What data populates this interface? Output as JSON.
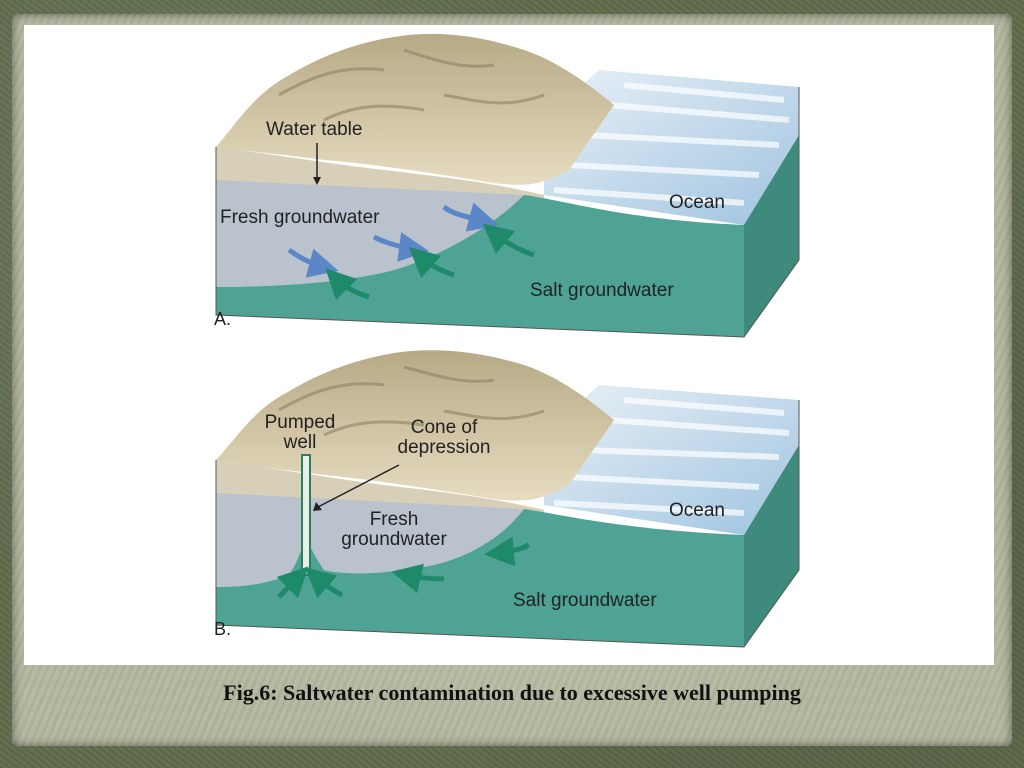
{
  "panel_a": {
    "label": "A.",
    "water_table": "Water table",
    "fresh_groundwater": "Fresh groundwater",
    "ocean": "Ocean",
    "salt_groundwater": "Salt groundwater"
  },
  "panel_b": {
    "label": "B.",
    "pumped_well": "Pumped well",
    "cone_of_depression": "Cone of depression",
    "fresh_groundwater": "Fresh groundwater",
    "ocean": "Ocean",
    "salt_groundwater": "Salt groundwater"
  },
  "caption": "Fig.6: Saltwater contamination due to excessive well pumping",
  "colors": {
    "salt_water": "#4fa394",
    "fresh_water": "#b9c2cd",
    "ocean": "#cfe2f0",
    "land": "#d8cfb0",
    "soil": "#cfc7b0"
  }
}
